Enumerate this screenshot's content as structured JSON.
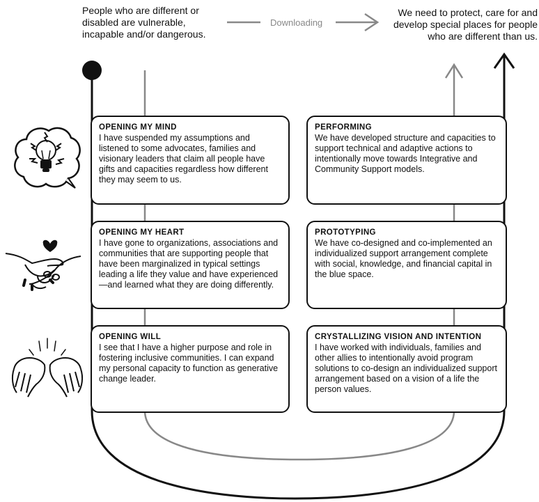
{
  "top": {
    "left_statement": "People who are different or disabled are vulnerable, incapable and/or dangerous.",
    "downloading_label": "Downloading",
    "right_statement": "We need to protect, care for and develop special places for people who are different than us."
  },
  "stages": {
    "opening_mind": {
      "title": "OPENING MY MIND",
      "body": "I have suspended my assumptions and listened to some advocates, families and visionary leaders that claim all people have gifts and capacities regardless how different they may seem to us."
    },
    "opening_heart": {
      "title": "OPENING MY HEART",
      "body": "I have gone to organizations, associations and communities that are supporting people that have been marginalized in typical settings leading a life they value and have experienced—and learned what they are doing differently."
    },
    "opening_will": {
      "title": "OPENING WILL",
      "body": "I see that I have a higher purpose and role in fostering inclusive communities. I can expand my personal capacity to function as generative change leader."
    },
    "performing": {
      "title": "PERFORMING",
      "body": "We have developed structure and capacities to support technical and adaptive actions to intentionally move towards Integrative and Community Support models."
    },
    "prototyping": {
      "title": "PROTOTYPING",
      "body": "We have co-designed and co-implemented an individualized support arrangement complete with social, knowledge, and financial capital in the blue space."
    },
    "crystallizing": {
      "title": "CRYSTALLIZING VISION AND INTENTION",
      "body": "I have worked with individuals, families and other allies to intentionally avoid program solutions to co-design an individualized support arrangement based on a vision of a life the person values."
    }
  },
  "colors": {
    "line_dark": "#111111",
    "line_gray": "#888888",
    "text_gray": "#888888"
  },
  "icons": [
    "lightbulb-icon",
    "holding-hands-heart-icon",
    "open-hands-icon"
  ]
}
